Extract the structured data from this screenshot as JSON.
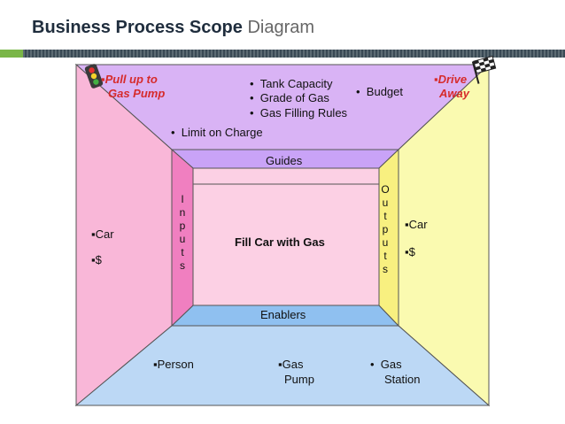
{
  "header": {
    "title_bold": "Business Process Scope",
    "title_light": "Diagram"
  },
  "diagram": {
    "top_left_flag": "▪Pull up to",
    "top_left_flag2": "Gas Pump",
    "top_right_flag": "▪Drive",
    "top_right_flag2": "Away",
    "guides_bullets": [
      "Tank Capacity",
      "Grade of Gas",
      "Gas Filling Rules"
    ],
    "budget": "Budget",
    "limit": "Limit on Charge",
    "guides_label": "Guides",
    "enablers_label": "Enablers",
    "inputs_label": [
      "I",
      "n",
      "p",
      "u",
      "t",
      "s"
    ],
    "outputs_label": [
      "O",
      "u",
      "t",
      "p",
      "u",
      "t",
      "s"
    ],
    "process": "Fill Car with Gas",
    "left_items": [
      "▪Car",
      "▪$"
    ],
    "right_items": [
      "▪Car",
      "▪$"
    ],
    "bottom_person": "▪Person",
    "bottom_pump_1": "▪Gas",
    "bottom_pump_2": "Pump",
    "bottom_station_1": "Gas",
    "bottom_station_2": "Station",
    "bullet": "•",
    "colors": {
      "top": "#d9b3f5",
      "left": "#f9b7d8",
      "right": "#fafab0",
      "bottom": "#bcd8f5",
      "center": "#fcd0e4",
      "guides_bar": "#c9a3f7",
      "enablers_bar": "#8fc0f0",
      "inputs_bar": "#f07fc0",
      "outputs_bar": "#f8f080"
    },
    "icons": [
      "traffic-light-icon",
      "checkered-flag-icon"
    ]
  }
}
